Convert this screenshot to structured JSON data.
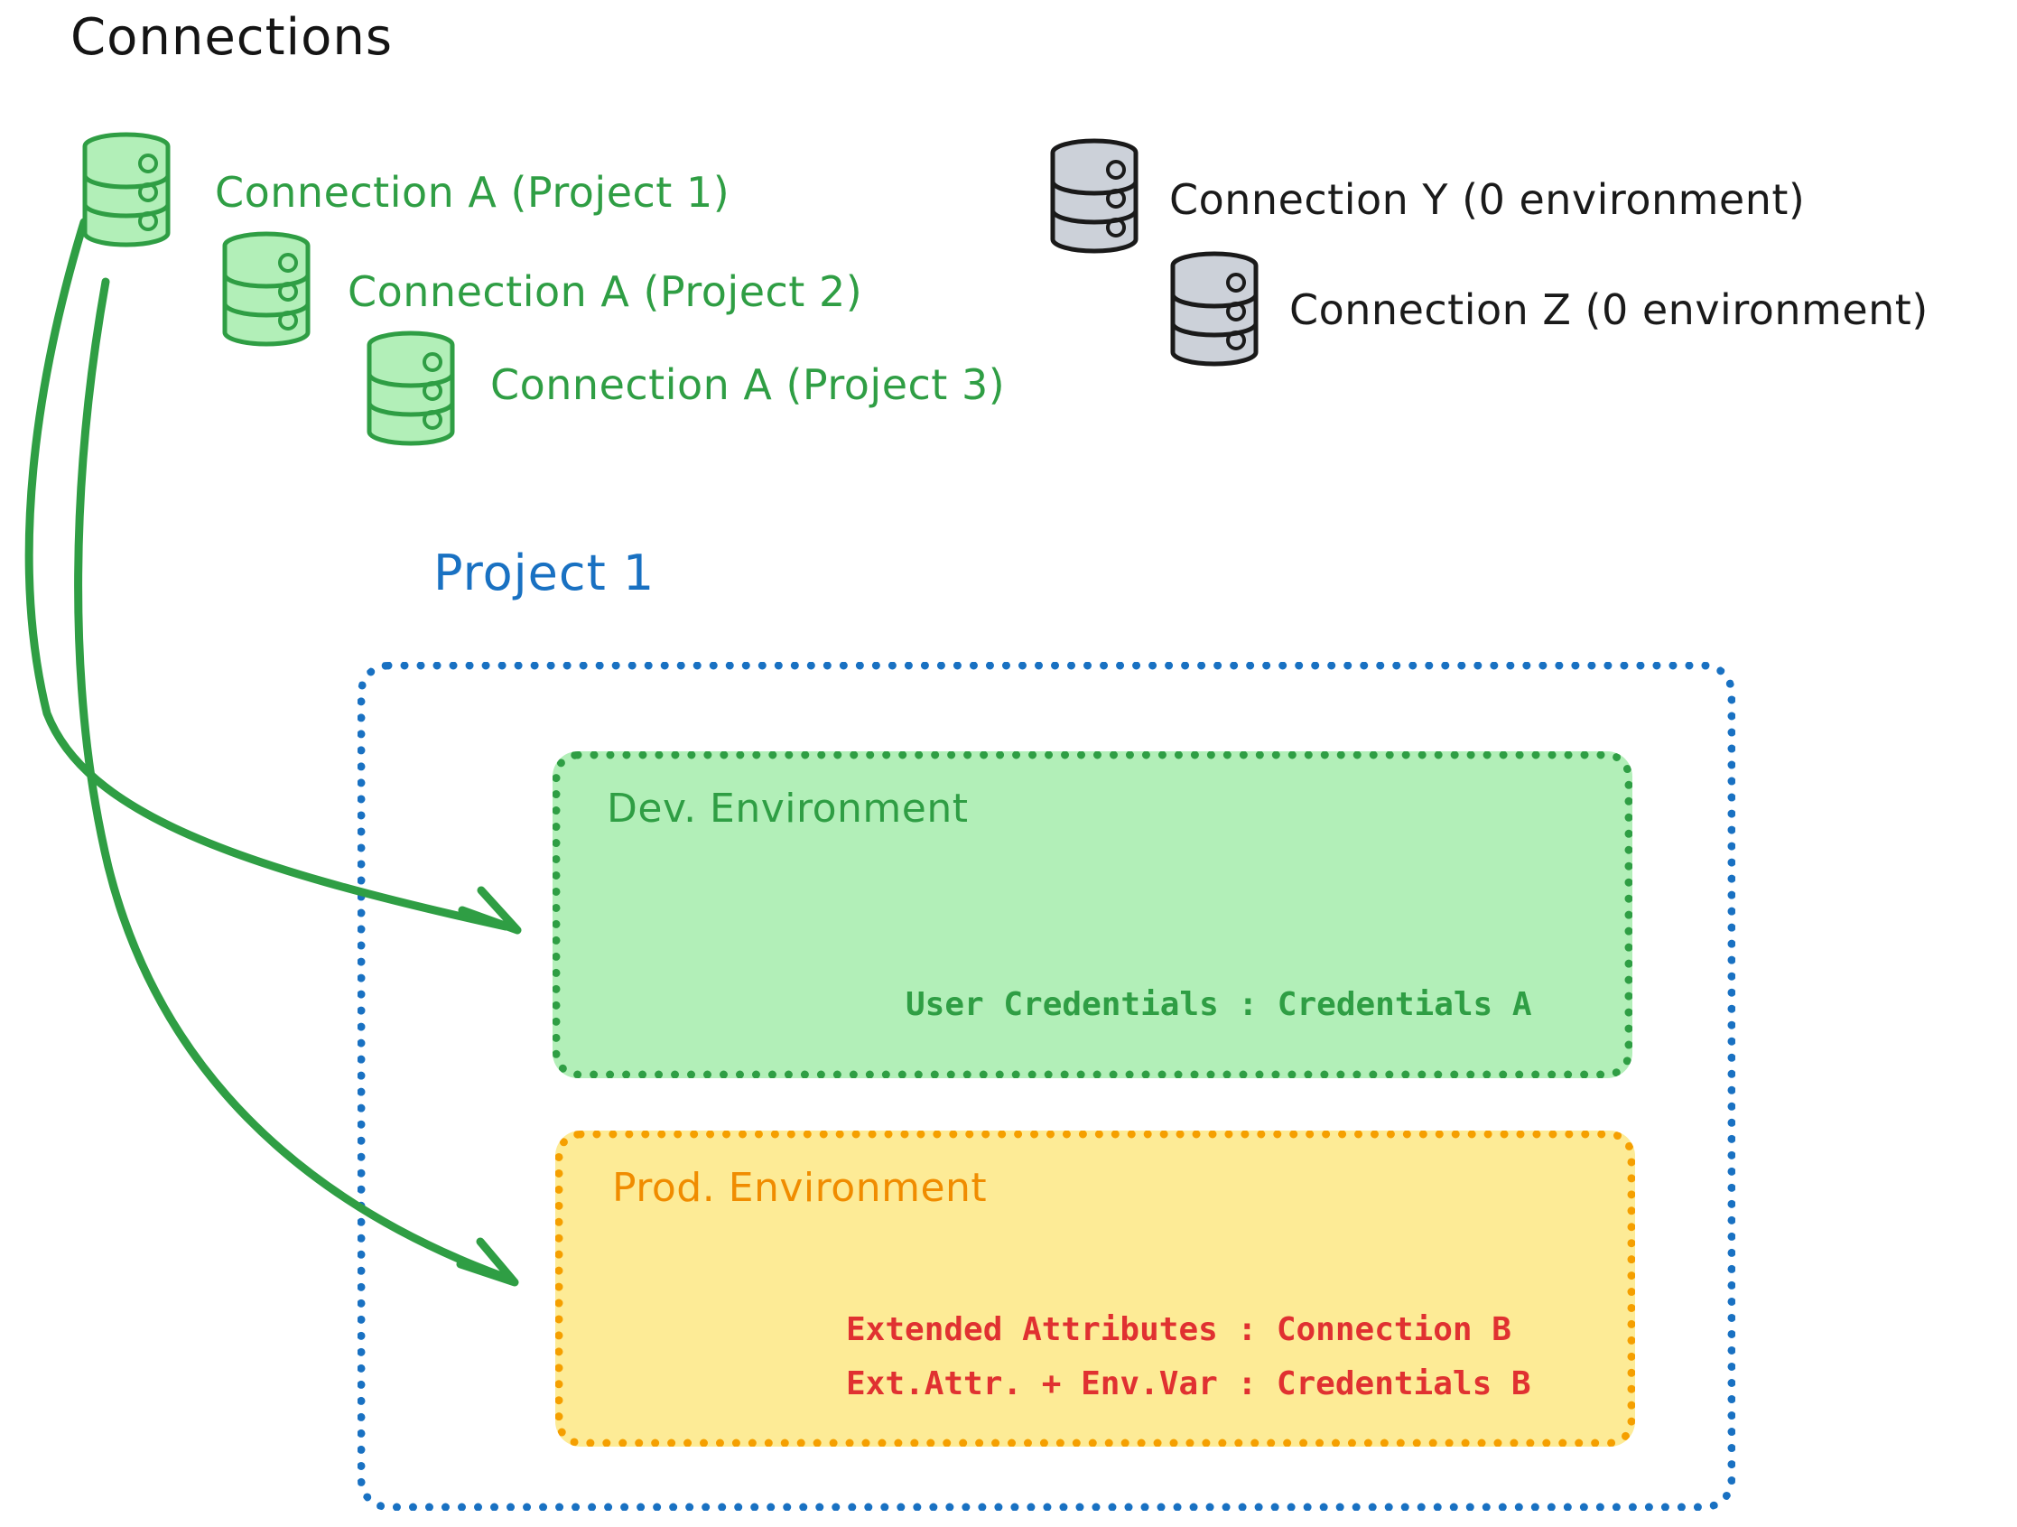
{
  "diagram": {
    "title": "Connections",
    "background": "#ffffff",
    "colors": {
      "green_stroke": "#2f9e44",
      "green_fill": "#b2efb8",
      "yellow_fill": "#fdeb96",
      "orange_stroke": "#f59f00",
      "orange_text": "#f08c00",
      "blue_stroke": "#1971c2",
      "red_text": "#e03131",
      "gray_fill": "#ccd1d9",
      "black_stroke": "#1a1a1a"
    }
  },
  "connections": {
    "heading": "Connections",
    "green_group": [
      {
        "icon": "database-icon",
        "label": "Connection A (Project 1)"
      },
      {
        "icon": "database-icon",
        "label": "Connection A (Project 2)"
      },
      {
        "icon": "database-icon",
        "label": "Connection A (Project 3)"
      }
    ],
    "gray_group": [
      {
        "icon": "database-icon",
        "label": "Connection Y (0 environment)"
      },
      {
        "icon": "database-icon",
        "label": "Connection Z (0 environment)"
      }
    ]
  },
  "project": {
    "title": "Project 1",
    "environments": [
      {
        "name": "Dev. Environment",
        "entries": [
          "User Credentials : Credentials A"
        ]
      },
      {
        "name": "Prod. Environment",
        "entries": [
          "Extended Attributes : Connection B",
          "Ext.Attr. + Env.Var : Credentials B"
        ]
      }
    ]
  },
  "arrows": [
    {
      "from": "Connection A (Project 1)",
      "to": "Dev. Environment"
    },
    {
      "from": "Connection A (Project 1)",
      "to": "Prod. Environment"
    }
  ]
}
